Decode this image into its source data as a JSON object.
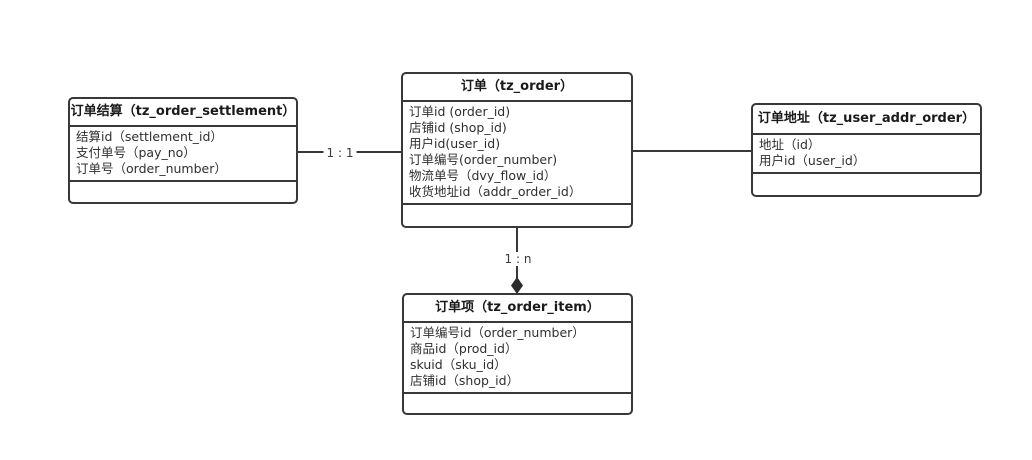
{
  "diagram": {
    "background_color": "#ffffff",
    "line_color": "#383838",
    "entities": {
      "settlement": {
        "title": "订单结算（tz_order_settlement）",
        "fields": [
          "结算id（settlement_id）",
          "支付单号（pay_no）",
          "订单号（order_number）"
        ]
      },
      "order": {
        "title": "订单（tz_order）",
        "fields": [
          "订单id (order_id)",
          "店铺id (shop_id)",
          "用户id(user_id)",
          "订单编号(order_number)",
          "物流单号（dvy_flow_id）",
          "收货地址id（addr_order_id）"
        ]
      },
      "addr": {
        "title": "订单地址（tz_user_addr_order）",
        "fields": [
          "地址（id）",
          "用户id（user_id）"
        ]
      },
      "item": {
        "title": "订单项（tz_order_item）",
        "fields": [
          "订单编号id（order_number）",
          "商品id（prod_id）",
          "skuid（sku_id）",
          "店铺id（shop_id）"
        ]
      }
    },
    "relations": {
      "settlement_to_order": {
        "label": "1 : 1"
      },
      "order_to_item": {
        "label": "1 : n"
      }
    }
  }
}
